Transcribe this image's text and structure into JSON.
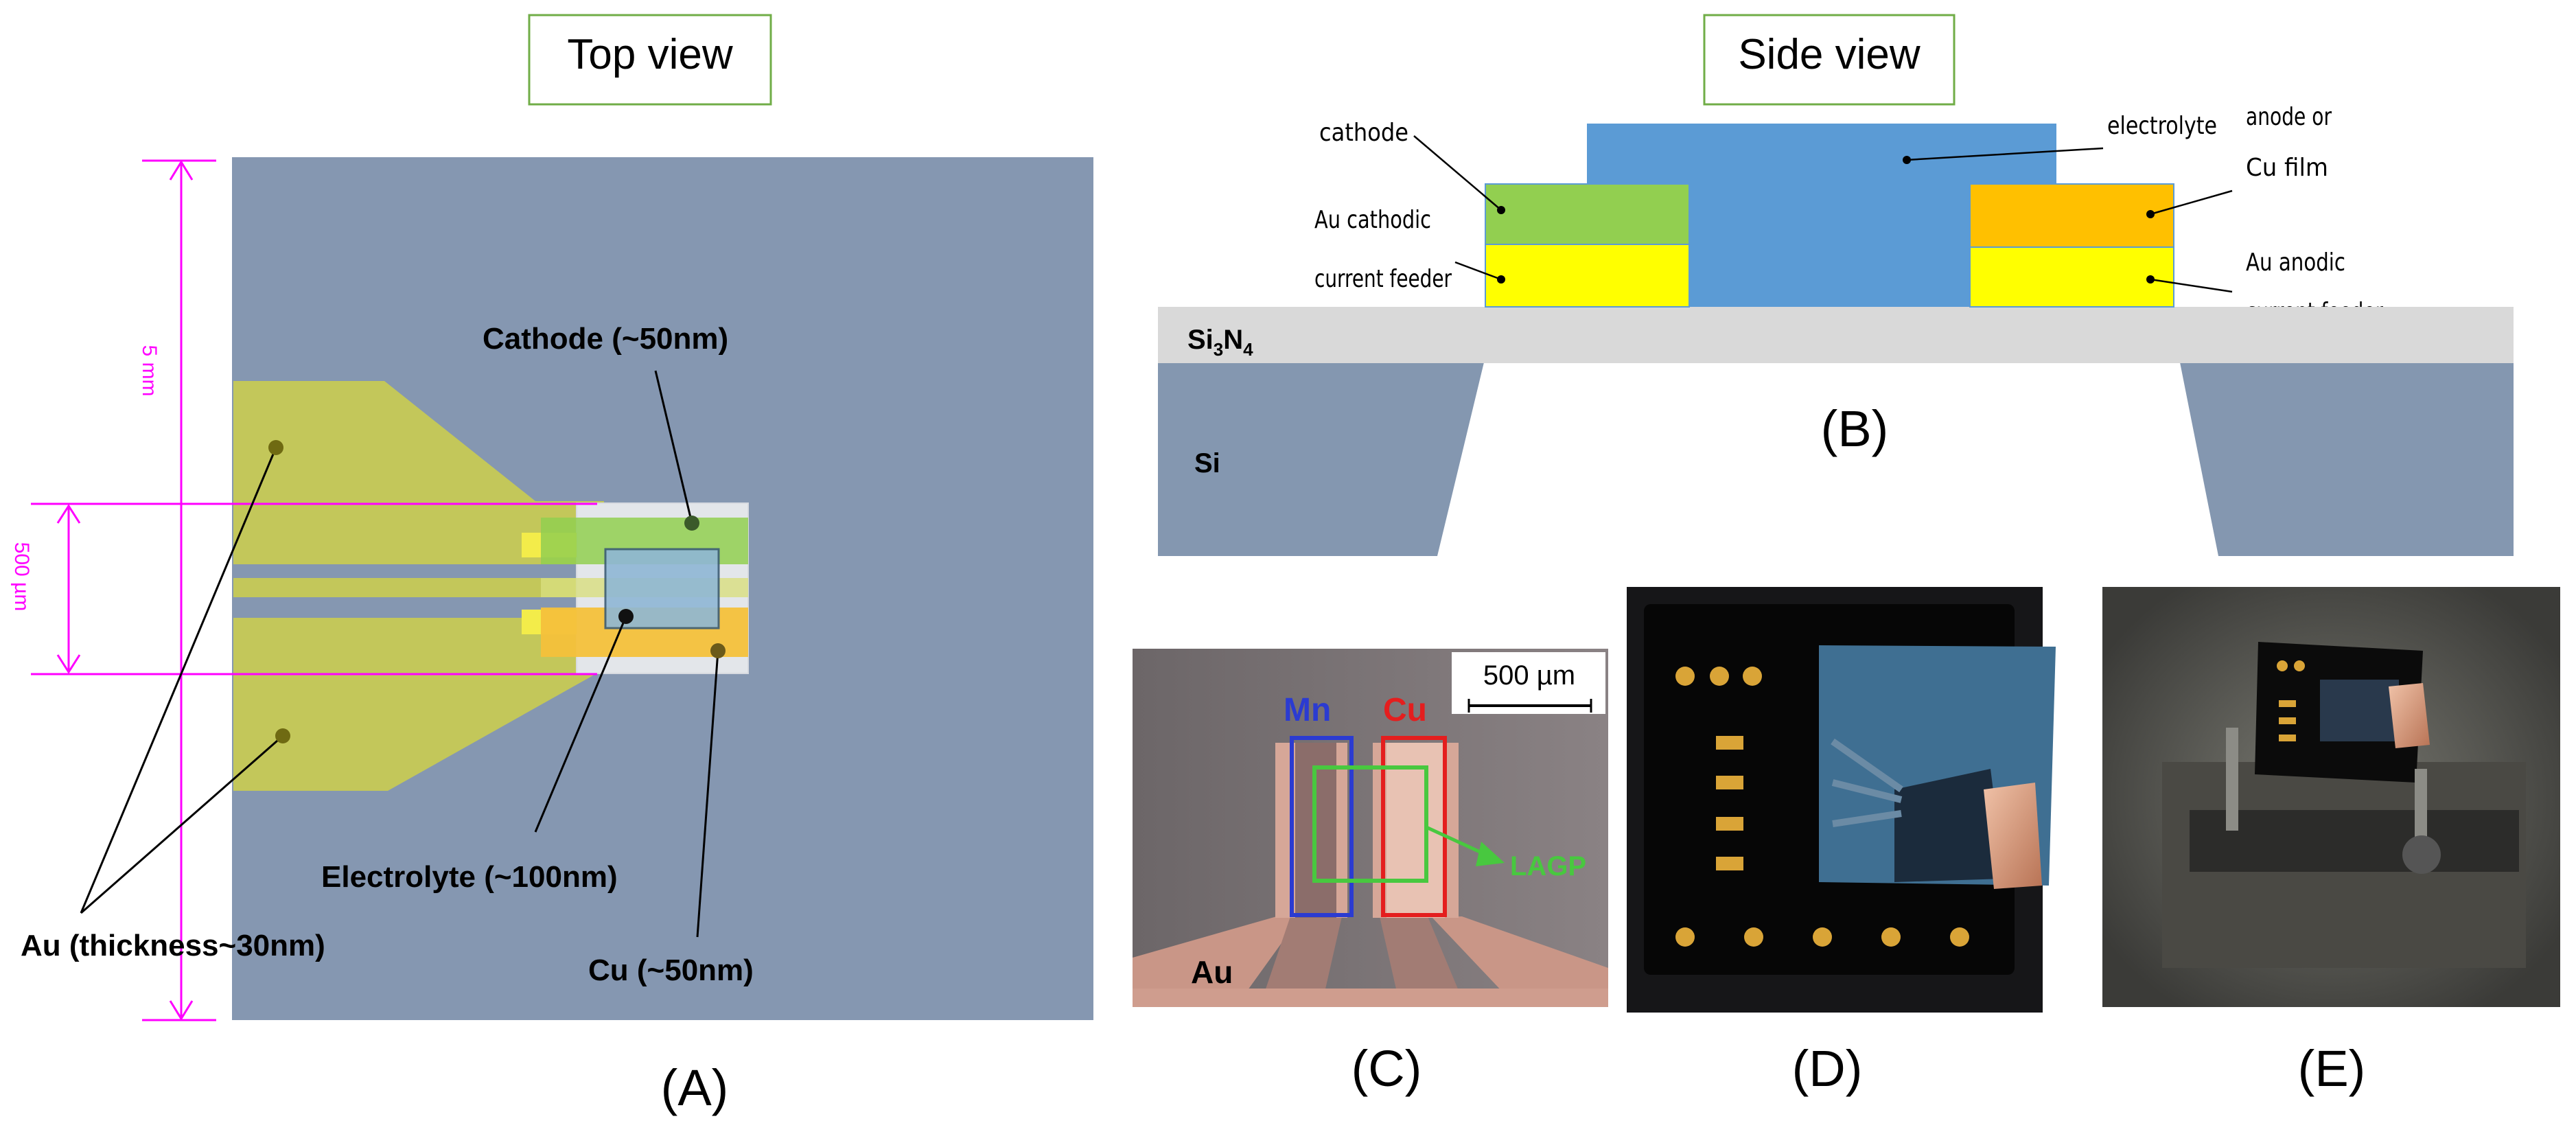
{
  "panelA": {
    "heading": "Top view",
    "dim_5mm": "5 mm",
    "dim_500um": "500 µm",
    "label_cathode": "Cathode (~50nm)",
    "label_electrolyte": "Electrolyte (~100nm)",
    "label_cu": "Cu (~50nm)",
    "label_au": "Au (thickness~30nm)",
    "caption": "(A)"
  },
  "panelB": {
    "heading": "Side view",
    "label_cathode": "cathode",
    "label_electrolyte": "electrolyte",
    "label_anode_1": "anode or",
    "label_anode_2": "Cu film",
    "label_au_cathodic_1": "Au cathodic",
    "label_au_cathodic_2": "current feeder",
    "label_au_anodic_1": "Au anodic",
    "label_au_anodic_2": "current feeder",
    "label_si3n4_base": "Si",
    "label_si3n4_sub3": "3",
    "label_si3n4_mid": "N",
    "label_si3n4_sub4": "4",
    "label_si": "Si",
    "caption": "(B)"
  },
  "panelC": {
    "scale": "500 µm",
    "label_mn": "Mn",
    "label_cu": "Cu",
    "label_lagp": "LAGP",
    "label_au": "Au",
    "caption": "(C)"
  },
  "panelD": {
    "caption": "(D)"
  },
  "panelE": {
    "caption": "(E)"
  },
  "colors": {
    "substrate": "#8597b1",
    "gold_film": "#c3c75a",
    "cathode_green": "#92cf50",
    "electrolyte_blue": "#5b9bd5",
    "anode_orange": "#ffc000",
    "au_yellow": "#ffff00",
    "si3n4_grey": "#d9d9d9",
    "si_grey": "#8497b0",
    "dimension_magenta": "#ff00ff",
    "box_border_green": "#70ad47"
  }
}
